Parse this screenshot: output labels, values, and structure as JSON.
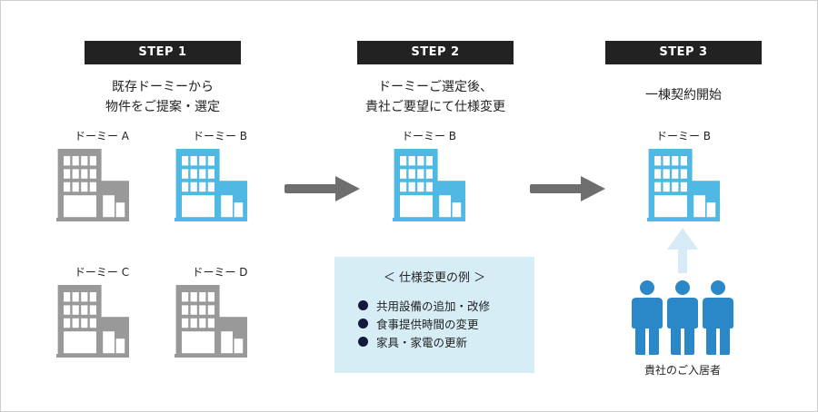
{
  "colors": {
    "gray_building": "#999999",
    "blue_building": "#4fb9e3",
    "arrow": "#6e6e6e",
    "resident": "#2a87c8",
    "up_arrow": "#d6ebf5",
    "spec_box": "#d6edf6",
    "step_bar": "#222222"
  },
  "steps": [
    {
      "label": "STEP 1",
      "lines": [
        "既存ドーミーから",
        "物件をご提案・選定"
      ]
    },
    {
      "label": "STEP 2",
      "lines": [
        "ドーミーご選定後、",
        "貴社ご要望にて仕様変更"
      ]
    },
    {
      "label": "STEP 3",
      "lines": [
        "一棟契約開始"
      ]
    }
  ],
  "step1_buildings": [
    {
      "label": "ドーミー A",
      "color": "gray"
    },
    {
      "label": "ドーミー B",
      "color": "blue"
    },
    {
      "label": "ドーミー C",
      "color": "gray"
    },
    {
      "label": "ドーミー D",
      "color": "gray"
    }
  ],
  "step2_building": {
    "label": "ドーミー B",
    "color": "blue"
  },
  "step3_building": {
    "label": "ドーミー B",
    "color": "blue"
  },
  "spec": {
    "title": "＜ 仕様変更の例 ＞",
    "items": [
      "共用設備の追加・改修",
      "食事提供時間の変更",
      "家具・家電の更新"
    ]
  },
  "residents": {
    "label": "貴社のご入居者",
    "count": 3,
    "icon": "person-icon"
  }
}
